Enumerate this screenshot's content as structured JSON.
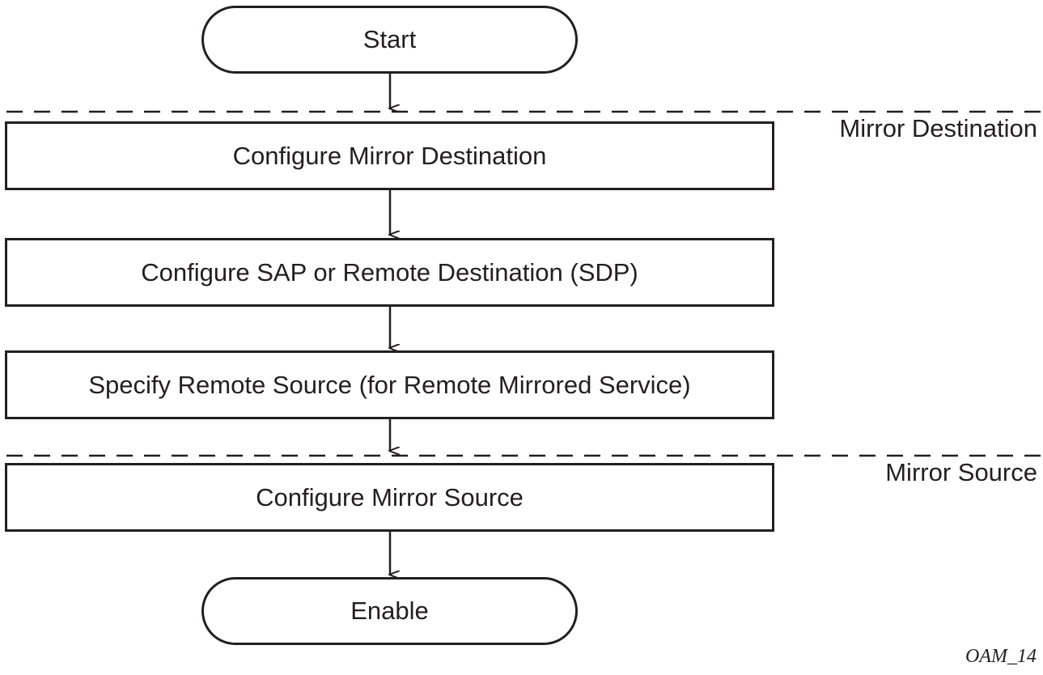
{
  "diagram": {
    "nodes": {
      "start": "Start",
      "configure_mirror_destination": "Configure Mirror Destination",
      "configure_sap": "Configure SAP or Remote Destination (SDP)",
      "specify_remote_source": "Specify Remote Source (for Remote Mirrored Service)",
      "configure_mirror_source": "Configure Mirror Source",
      "enable": "Enable"
    },
    "sections": {
      "mirror_destination": "Mirror Destination",
      "mirror_source": "Mirror Source"
    },
    "figure_id": "OAM_14",
    "colors": {
      "line": "#231f20",
      "background": "#ffffff"
    }
  }
}
